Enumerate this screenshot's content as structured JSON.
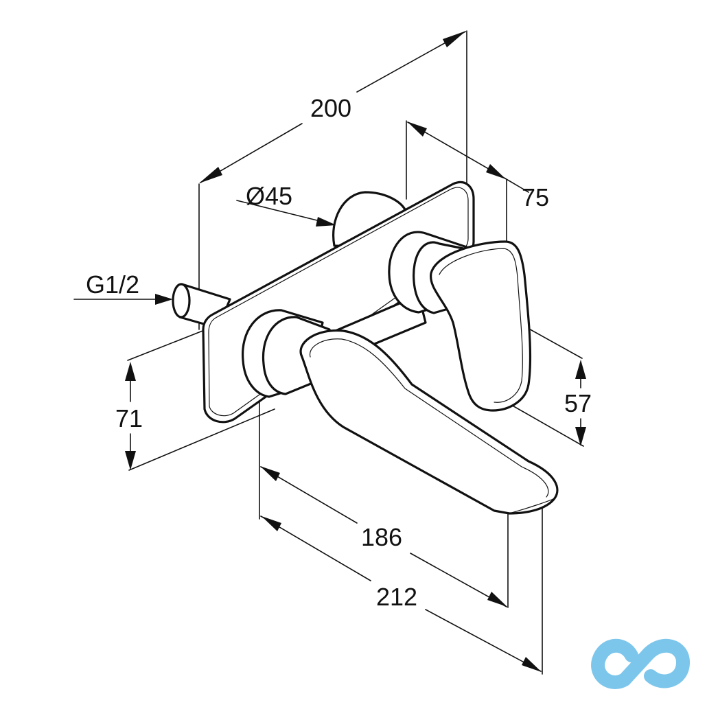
{
  "dimensions": {
    "width_overall": "200",
    "diameter": "Ø45",
    "depth_handle": "75",
    "connection": "G1/2",
    "height_plate": "71",
    "height_handle": "57",
    "spout_length": "186",
    "spout_total": "212"
  },
  "colors": {
    "line": "#111111",
    "logo": "#7cc6ec"
  },
  "icons": {
    "watermark": "cd-logo"
  }
}
